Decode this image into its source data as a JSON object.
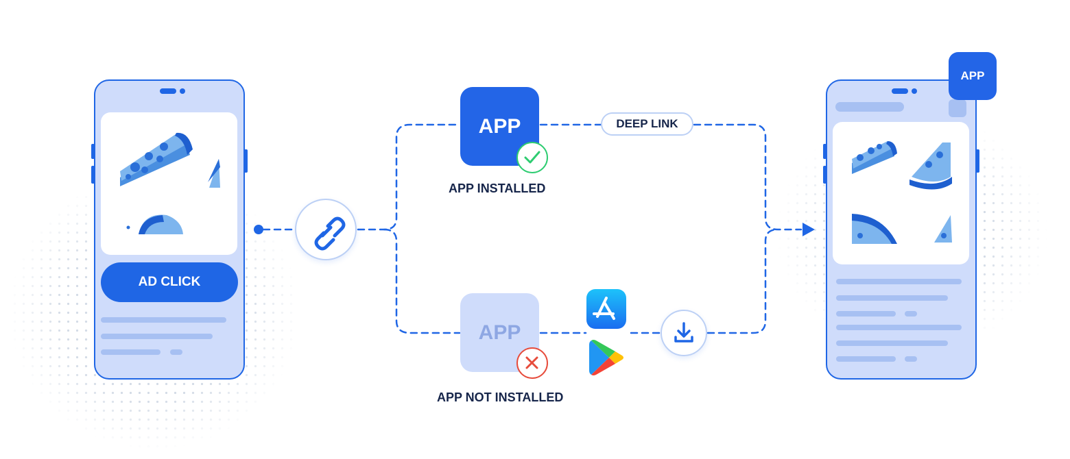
{
  "ad_click": {
    "button_label": "AD CLICK"
  },
  "installed_branch": {
    "tile_label": "APP",
    "status_label": "APP INSTALLED",
    "route_label": "DEEP LINK",
    "status_icon": "check-icon"
  },
  "not_installed_branch": {
    "tile_label": "APP",
    "status_label": "APP NOT INSTALLED",
    "status_icon": "close-icon",
    "stores": [
      "app-store-icon",
      "google-play-icon"
    ]
  },
  "destination": {
    "badge_label": "APP"
  },
  "icons": {
    "link": "link-icon",
    "download": "download-icon"
  },
  "colors": {
    "primary": "#1f66e5",
    "phone_fill": "#cfdcfb",
    "success": "#2ecc71",
    "error": "#e74c3c",
    "text": "#16254a"
  }
}
